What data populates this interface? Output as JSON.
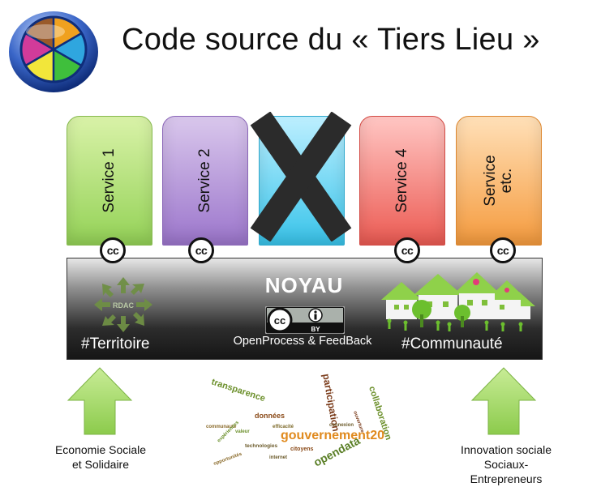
{
  "title": "Code source du « Tiers Lieu »",
  "services": [
    {
      "label": "Service 1"
    },
    {
      "label": "Service 2"
    },
    {
      "label": ""
    },
    {
      "label": "Service 4"
    },
    {
      "label": "Service\netc."
    }
  ],
  "cc_badge": "cc",
  "core": {
    "title": "NOYAU",
    "license": "BY",
    "left_tag": "#Territoire",
    "center_caption": "OpenProcess & FeedBack",
    "right_tag": "#Communauté",
    "logo_text": "RDAC"
  },
  "bottom": {
    "left_label": "Economie Sociale et Solidaire",
    "right_label": "Innovation sociale Sociaux-Entrepreneurs"
  },
  "word_cloud": {
    "words": [
      "transparence",
      "participation",
      "collaboration",
      "gouvernement20",
      "opendata",
      "données",
      "efficacité",
      "connexion",
      "technologies",
      "citoyens",
      "opportunités",
      "valeur",
      "internet",
      "communauté",
      "ouverture",
      "expériences"
    ]
  },
  "colors": {
    "service1": "#94d257",
    "service2": "#9c76cc",
    "service3": "#39c4ea",
    "service4": "#ec5b53",
    "service5": "#f59b3e",
    "arrow": "#9ad45a"
  }
}
